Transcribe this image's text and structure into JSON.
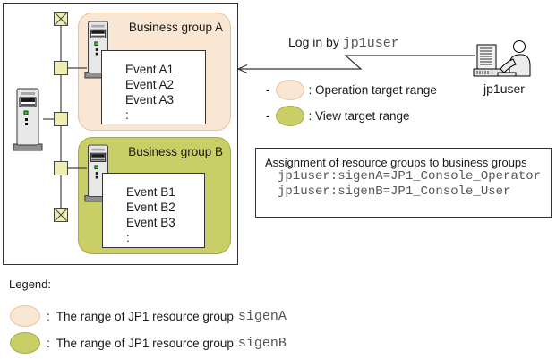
{
  "colors": {
    "operation_target_fill": "#f9e6d3",
    "operation_target_border": "#e6c4a0",
    "view_target_fill": "#cace66",
    "view_target_border": "#a5ab4a"
  },
  "diagram": {
    "login": {
      "prefix": "Log in by",
      "user": "jp1user"
    },
    "group_a": {
      "label": "Business group A",
      "events": [
        "Event A1",
        "Event A2",
        "Event A3",
        ":"
      ]
    },
    "group_b": {
      "label": "Business group B",
      "events": [
        "Event B1",
        "Event B2",
        "Event B3",
        ":"
      ]
    },
    "bullets": [
      {
        "dash": "-",
        "text": ": Operation target range"
      },
      {
        "dash": "-",
        "text": ": View target range"
      }
    ],
    "assignment": {
      "title": "Assignment of resource groups to business groups",
      "lines": [
        "jp1user:sigenA=JP1_Console_Operator",
        "jp1user:sigenB=JP1_Console_User"
      ]
    },
    "user_label": "jp1user",
    "icons": {
      "servers": "server-icon",
      "nodes": "network-node-icon",
      "terminators": "network-terminator-icon",
      "user": "user-at-computer-icon"
    }
  },
  "legend": {
    "title": "Legend:",
    "items": [
      {
        "sep": ":",
        "text": "The range of JP1 resource group",
        "code": "sigenA"
      },
      {
        "sep": ":",
        "text": "The range of JP1 resource group",
        "code": "sigenB"
      }
    ]
  }
}
